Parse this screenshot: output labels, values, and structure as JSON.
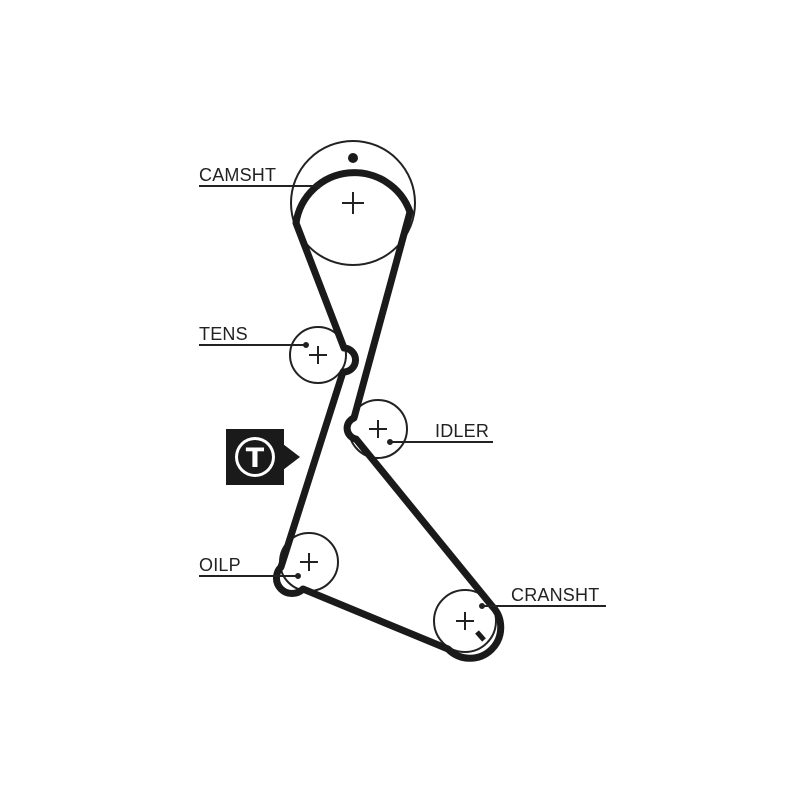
{
  "labels": {
    "camshaft": "CAMSHT",
    "tensioner": "TENS",
    "idler": "IDLER",
    "oil_pump": "OILP",
    "crankshaft": "CRANSHT"
  },
  "tension_badge": {
    "letter": "T"
  },
  "colors": {
    "belt": "#1a1a1a",
    "pulley_outline": "#222222",
    "label_text": "#222222",
    "background": "#ffffff"
  }
}
